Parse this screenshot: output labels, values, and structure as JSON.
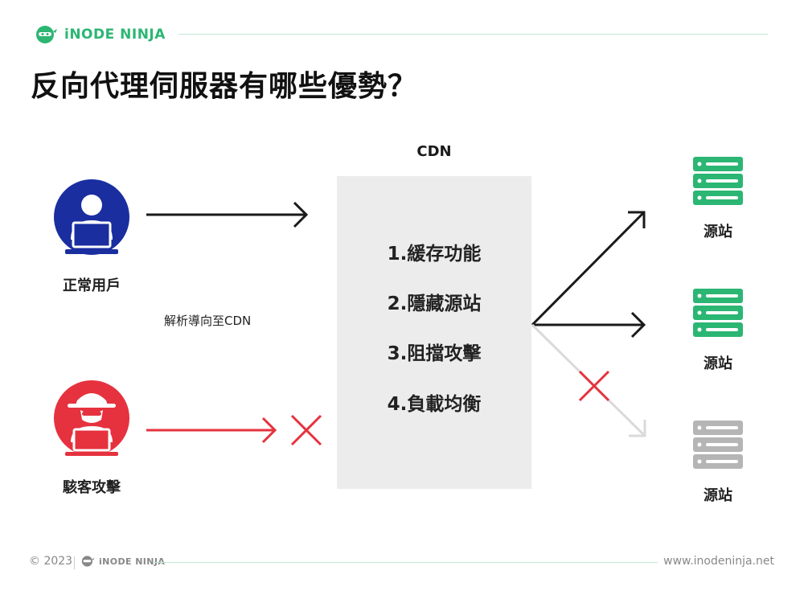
{
  "brand": {
    "name": "iNODE NINJA"
  },
  "title": "反向代理伺服器有哪些優勢？",
  "cdn": {
    "label": "CDN",
    "features": [
      "1.緩存功能",
      "2.隱藏源站",
      "3.阻擋攻擊",
      "4.負載均衡"
    ]
  },
  "actors": {
    "normal_user": {
      "label": "正常用戶",
      "color": "#1a2ea0"
    },
    "hacker": {
      "label": "駭客攻擊",
      "color": "#e5323e"
    }
  },
  "resolve_label": "解析導向至CDN",
  "servers": [
    {
      "label": "源站",
      "color": "#2bb673",
      "status": "active"
    },
    {
      "label": "源站",
      "color": "#2bb673",
      "status": "active"
    },
    {
      "label": "源站",
      "color": "#b5b5b5",
      "status": "blocked"
    }
  ],
  "colors": {
    "accent": "#2bb673",
    "danger": "#e5323e",
    "arrow": "#1a1a1a",
    "muted": "#d8d8d8"
  },
  "footer": {
    "copyright": "© 2023",
    "brand": "iNODE NINJA",
    "website": "www.inodeninja.net"
  }
}
